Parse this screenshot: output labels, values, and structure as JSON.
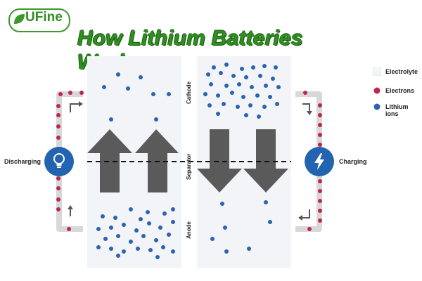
{
  "logo": {
    "text": "UFine",
    "brand_color": "#2f8f1f"
  },
  "title": "How Lithium Batteries Work",
  "legend": {
    "electrolyte": "Electrolyte",
    "electrons": "Electrons",
    "lithium_ions": "Lithium ions"
  },
  "labels": {
    "cathode": "Cathode",
    "separator": "Separator",
    "anode": "Anode",
    "discharging": "Discharging",
    "charging": "Charging"
  },
  "icons": {
    "discharging": "lightbulb-icon",
    "charging": "lightning-bolt-icon"
  },
  "colors": {
    "electrolyte": "#f2f4f7",
    "electron": "#c0264a",
    "lithium_ion": "#2a63b0",
    "arrow": "#5a5a5a",
    "circuit": "#d8d8d8",
    "icon_circle": "#2364b0"
  }
}
